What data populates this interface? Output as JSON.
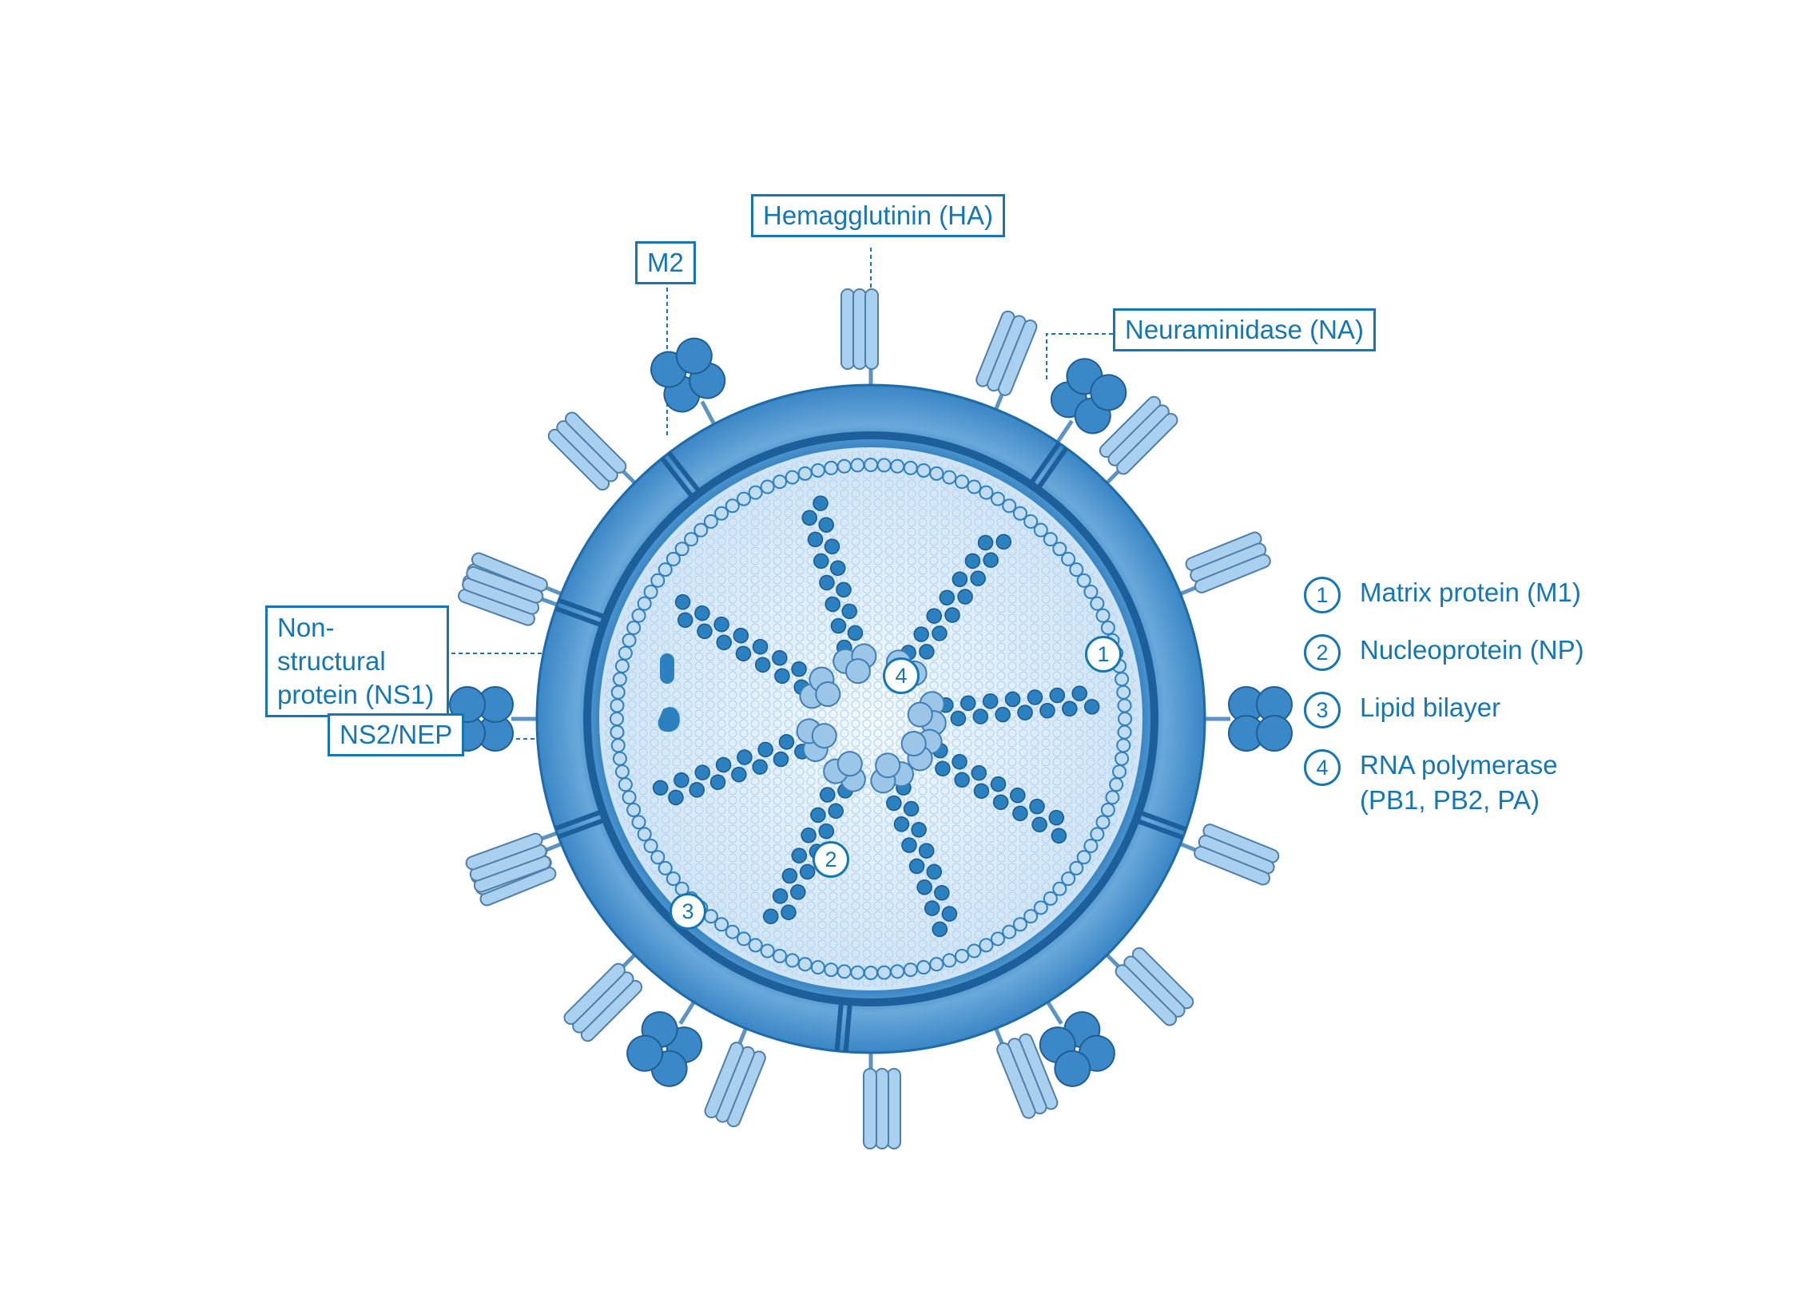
{
  "labels": {
    "hemagglutinin": "Hemagglutinin (HA)",
    "m2": "M2",
    "neuraminidase": "Neuraminidase (NA)",
    "ns1_line1": "Non-structural",
    "ns1_line2": "protein (NS1)",
    "ns2": "NS2/NEP"
  },
  "legend": [
    {
      "num": "1",
      "text": "Matrix protein (M1)"
    },
    {
      "num": "2",
      "text": "Nucleoprotein (NP)"
    },
    {
      "num": "3",
      "text": "Lipid bilayer"
    },
    {
      "num": "4",
      "text_line1": "RNA polymerase",
      "text_line2": "(PB1, PB2, PA)"
    }
  ],
  "markers": {
    "m1": "1",
    "np": "2",
    "lipid": "3",
    "rna_pol": "4"
  },
  "colors": {
    "accent": "#1477b4",
    "envelope": "#4f97cf",
    "envelope_light": "#9cc6e8",
    "spike": "#a9d0ee",
    "core": "#e3f0fa",
    "protein_dark": "#2b80bf"
  }
}
